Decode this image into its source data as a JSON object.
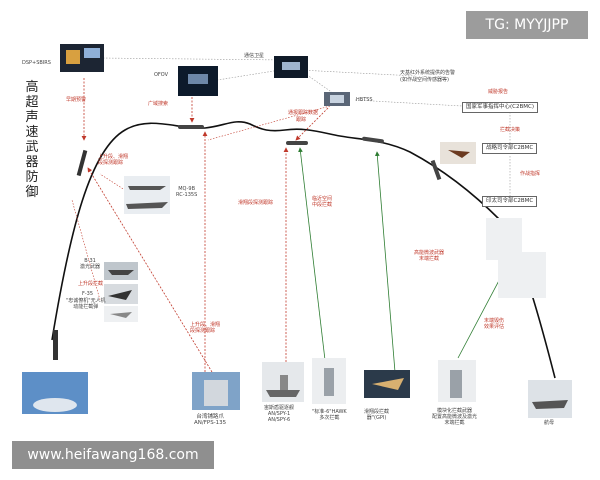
{
  "watermark_top": "TG: MYYJJPP",
  "watermark_bottom": "www.heifawang168.com",
  "title": "高超声速武器防御",
  "labels": {
    "dsp_sbirs": "DSP+SBIRS",
    "tracking_sat": "通信卫星",
    "ofov": "OFOV",
    "hbtss": "HBTSS",
    "early_detect": "早期预警",
    "wide_search": "广域搜索",
    "track_relay": "通报跟踪数据",
    "track_relay2": "跟踪",
    "sat_note_1": "天基红外系统提供的告警",
    "sat_note_2": "(如作战空间传感器等)",
    "threat_report": "威胁报告",
    "intercept_decision": "拦截决策",
    "ops_order": "作战指挥",
    "upper_target": "上升段、滑翔\n段探测跟踪",
    "mq9": "MQ-9B\nRC-135S",
    "b31": "B-31\n激光武器",
    "f35": "F-35",
    "f35_label": "上升段拦截",
    "drone_note": "\"忠诚僚机\"无人机\n动能拦截弹",
    "glide_track": "滑翔段探测跟踪",
    "upper_intercept": "上升段、滑翔\n段探测跟踪",
    "near_intercept": "临近空间\n中段拦截",
    "dual_intercept": "高能微波武器\n末端拦截",
    "terminal_track": "末端毁伤\n效果评估",
    "radar_label": "台湾铺路爪\nAN/FPS-135",
    "destroyer_label": "宙斯盾驱逐舰\nAN/SPY-1\nAN/SPY-6",
    "hawk_label": "\"标准-6\"HAWK\n多次拦截",
    "glide_weapon": "滑翔段拦截\n器\"(GPI)",
    "module_label": "模块化拦截武器\n配置高能微波及激光\n末端拦截",
    "carrier_label": "航母"
  },
  "boxes": {
    "national_cmd": "国家军事指挥中心(C2BMC)",
    "regional_cmd": "战略司令部C2BMC",
    "theater_cmd": "印太司令部C2BMC"
  }
}
